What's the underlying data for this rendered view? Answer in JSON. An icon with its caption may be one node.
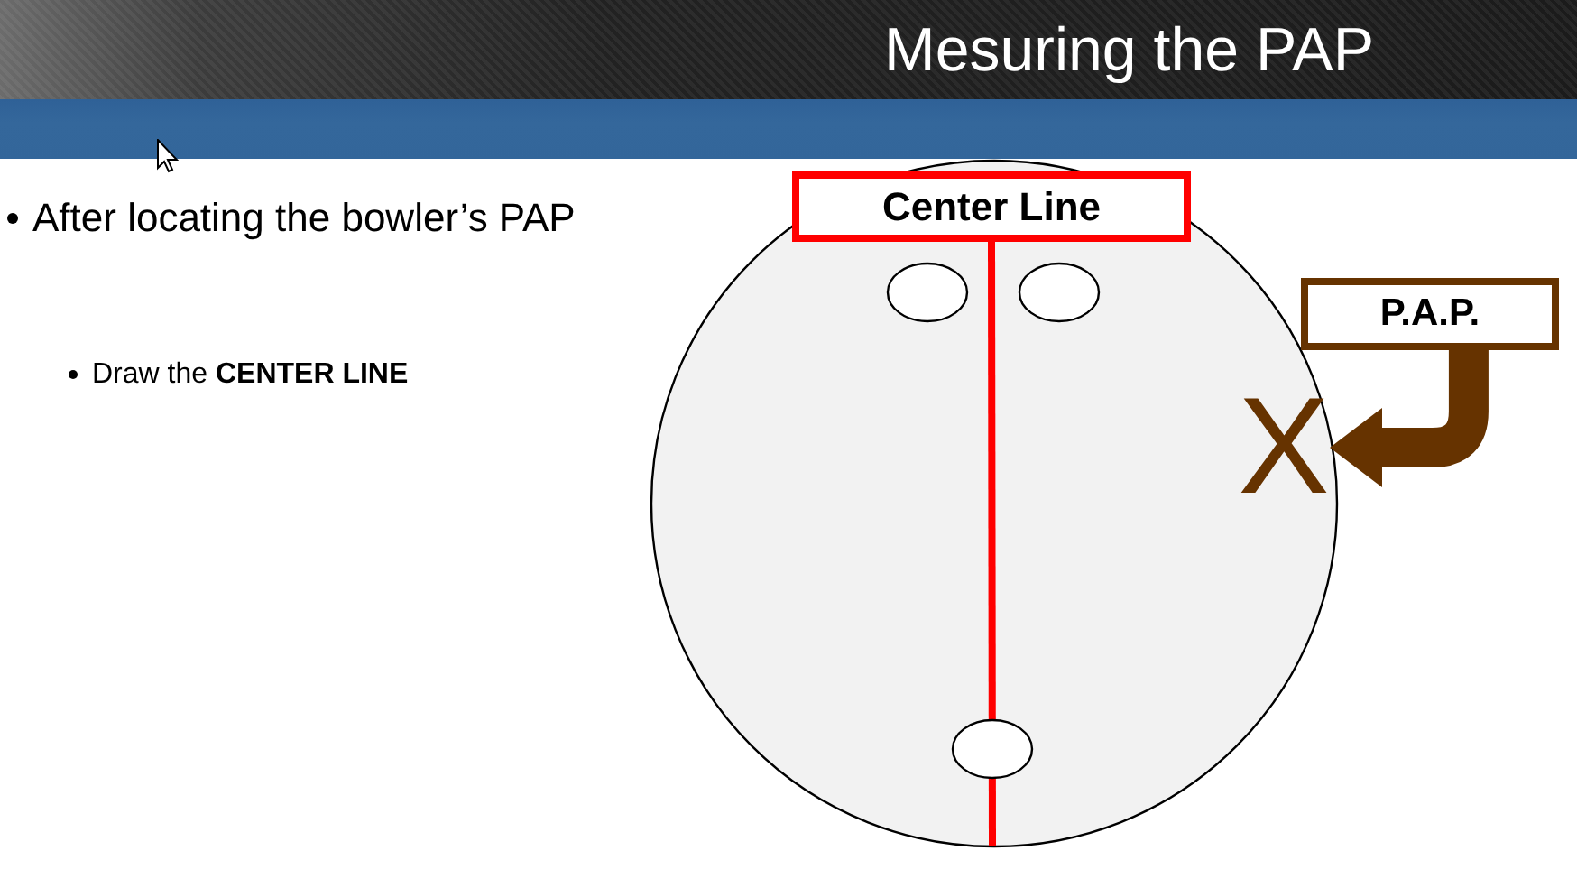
{
  "diagram": {
    "title": "Mesuring the PAP",
    "nodes": [
      {
        "text": [
          "Center Line"
        ]
      },
      {
        "text": [
          "P.A.P."
        ]
      },
      {
        "text": [
          "X"
        ]
      }
    ],
    "edges": [
      {
        "from": 0,
        "to": null,
        "arrow": "none",
        "color": "#ff0000"
      },
      {
        "from": 1,
        "to": 2,
        "arrow": "to",
        "style": "thick",
        "color": "#663300"
      }
    ],
    "labels": [
      "After locating the bowler’s PAP",
      "Draw the **CENTER LINE**"
    ]
  }
}
